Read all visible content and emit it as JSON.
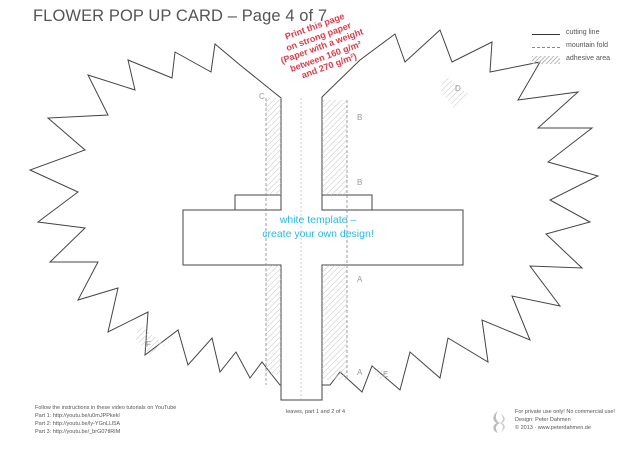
{
  "title": "FLOWER POP UP CARD – Page 4 of 7",
  "legend": {
    "cutting": "cutting line",
    "mountain": "mountain fold",
    "adhesive": "adhesive area"
  },
  "print_note": {
    "line1": "Print this page",
    "line2": "on strong paper",
    "line3": "(Paper with a weight",
    "line4": "between 160 g/m²",
    "line5": "and 270 g/m²)"
  },
  "labels": {
    "c": "C",
    "d": "D",
    "b1": "B",
    "b2": "B",
    "a1": "A",
    "a2": "A",
    "e": "E",
    "f": "F"
  },
  "template_note": {
    "line1": "white template –",
    "line2": "create your own design!"
  },
  "tutorials": {
    "intro": "Follow the instructions in these video tutorials on YouTube",
    "part1": "Part 1: http://youtu.be/u0mJPPkekl",
    "part2": "Part 2: http://youtu.be/ly-YGnLLl5A",
    "part3": "Part 3: http://youtu.be/_brG07tlRIM"
  },
  "leaves_note": "leaves, part 1 and 2 of 4",
  "credits": {
    "line1": "For private use only! No commercial use!",
    "line2": "Design: Peter Dahmen",
    "line3": "© 2013 · www.peterdahmen.de"
  },
  "colors": {
    "note_red": "#e03a4a",
    "template_blue": "#2ab8e8"
  },
  "icons": {
    "logo": "peter-dahmen-logo-icon"
  }
}
